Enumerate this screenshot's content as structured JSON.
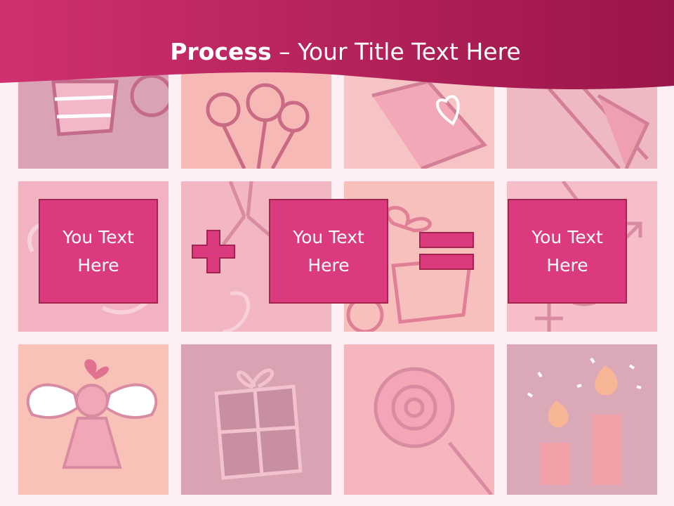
{
  "slide": {
    "title_bold": "Process",
    "title_dash": " – ",
    "title_rest": "Your Title Text Here"
  },
  "boxes": [
    {
      "text": "You Text Here"
    },
    {
      "text": "You Text Here"
    },
    {
      "text": "You Text Here"
    }
  ],
  "operators": [
    "plus-icon",
    "equals-icon"
  ],
  "colors": {
    "header": "#c42566",
    "box_fill": "#dc3a7e",
    "box_border": "#a3244f",
    "background": "#fdeef4"
  }
}
